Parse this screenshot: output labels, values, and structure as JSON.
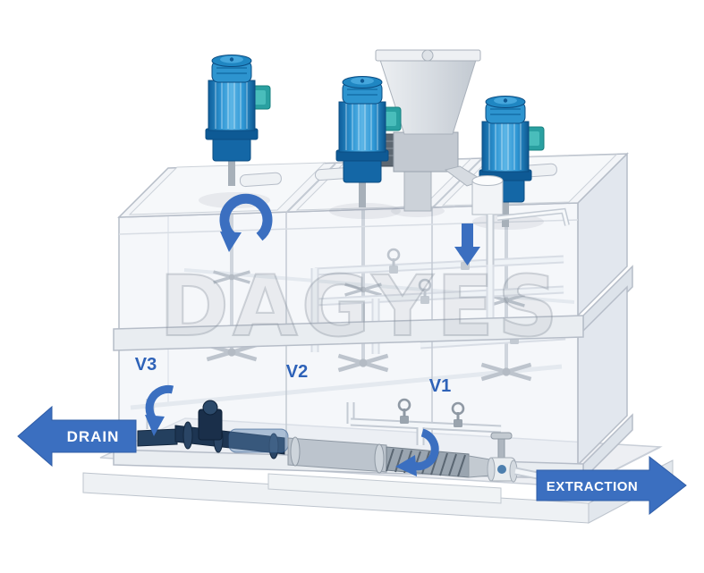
{
  "scene": {
    "description": "3D CAD render of a three-tank polymer preparation unit: three blue agitator motors on top, powder hopper with feeder, transparent stacked tanks with internal piping and valves, drain valve line and extraction screw pump on a skid"
  },
  "labels": {
    "drain": "DRAIN",
    "extraction": "EXTRACTION",
    "valve_v1": "V1",
    "valve_v2": "V2",
    "valve_v3": "V3"
  },
  "watermark": "DAGYES",
  "icons": {
    "recirculation_arrow": "curved-rotation-arrow",
    "dosing_down_arrow": "down-arrow",
    "pump_inlet_arrow": "curved-down-arrow",
    "v3_drain_arrow": "curved-down-arrow",
    "drain_block_arrow": "left-block-arrow",
    "extraction_block_arrow": "right-block-arrow"
  },
  "colors": {
    "flow_arrow_blue": "#3b6fc0",
    "label_blue": "#2e62b8",
    "motor_blue": "#1f86c2",
    "terminal_box_teal": "#2aa0a1",
    "pump_navy": "#1d3552",
    "tank_line_gray": "#b6bdc8",
    "background": "#ffffff"
  }
}
